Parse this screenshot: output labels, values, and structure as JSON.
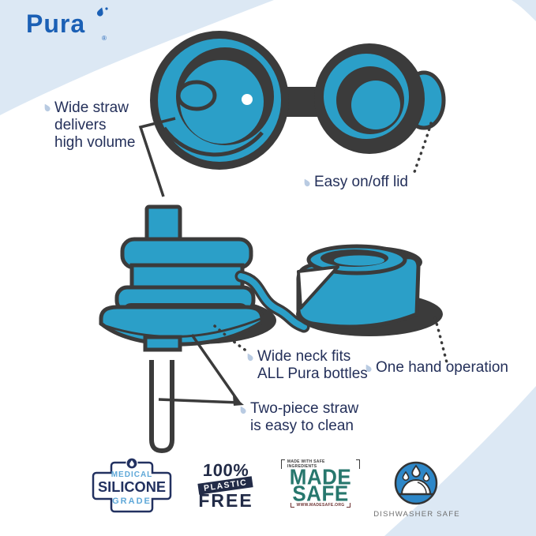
{
  "brand": {
    "logo_text": "Pura",
    "registered_mark": "®"
  },
  "callouts": {
    "wide_straw": "Wide straw\ndelivers\nhigh volume",
    "easy_lid": "Easy on/off lid",
    "wide_neck": "Wide neck fits\nALL Pura bottles",
    "one_hand": "One hand operation",
    "two_piece": "Two-piece straw\nis easy to clean"
  },
  "badges": {
    "medical": {
      "line1": "MEDICAL",
      "line2": "SILICONE",
      "line3": "GRADE"
    },
    "plastic": {
      "line1": "100%",
      "line2": "PLASTIC",
      "line3": "FREE"
    },
    "made_safe": {
      "top": "MADE WITH SAFE INGREDIENTS",
      "line1": "MADE",
      "line2": "SAFE",
      "bottom": "WWW.MADESAFE.ORG"
    },
    "dishwasher": {
      "label": "DISHWASHER SAFE"
    }
  },
  "colors": {
    "teal": "#2b9fc8",
    "outline_dark": "#3b3b3b",
    "text_navy": "#24305a",
    "droplet_blue": "#b9cbe2",
    "background_blue": "#dce8f4",
    "logo_blue": "#1b60b5",
    "medical_light_blue": "#5fa8d8",
    "medical_navy": "#223160",
    "plastic_navy": "#222b47",
    "made_safe_teal": "#27776d",
    "dishwasher_blue": "#2d87c8",
    "dishwasher_gray": "#6f6f6f"
  }
}
